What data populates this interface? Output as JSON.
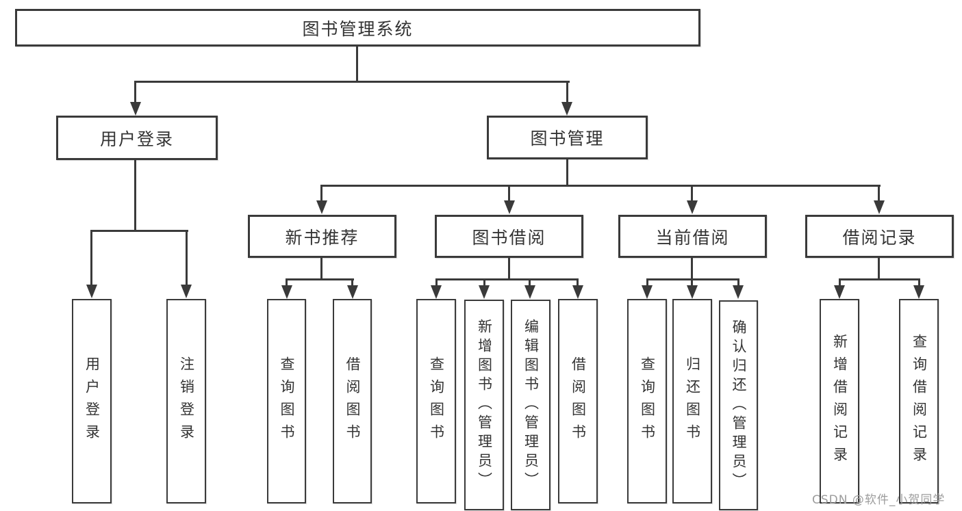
{
  "nodes": {
    "root": "图书管理系统",
    "user_login": "用户登录",
    "book_mgmt": "图书管理",
    "new_book_rec": "新书推荐",
    "book_borrow": "图书借阅",
    "current_borrow": "当前借阅",
    "borrow_record": "借阅记录",
    "leaf_user_login": "用户登录",
    "leaf_logout": "注销登录",
    "leaf_query_book_1": "查询图书",
    "leaf_borrow_book_1": "借阅图书",
    "leaf_query_book_2": "查询图书",
    "leaf_add_book": "新增图书（管理员）",
    "leaf_edit_book": "编辑图书（管理员）",
    "leaf_borrow_book_2": "借阅图书",
    "leaf_query_book_3": "查询图书",
    "leaf_return_book": "归还图书",
    "leaf_confirm_return": "确认归还（管理员）",
    "leaf_add_record": "新增借阅记录",
    "leaf_query_record": "查询借阅记录"
  },
  "watermark": "CSDN @软件_小贺同学",
  "colors": {
    "line": "#3a3a3a",
    "text": "#333333",
    "watermark": "#9c9c9c",
    "background": "#ffffff"
  }
}
